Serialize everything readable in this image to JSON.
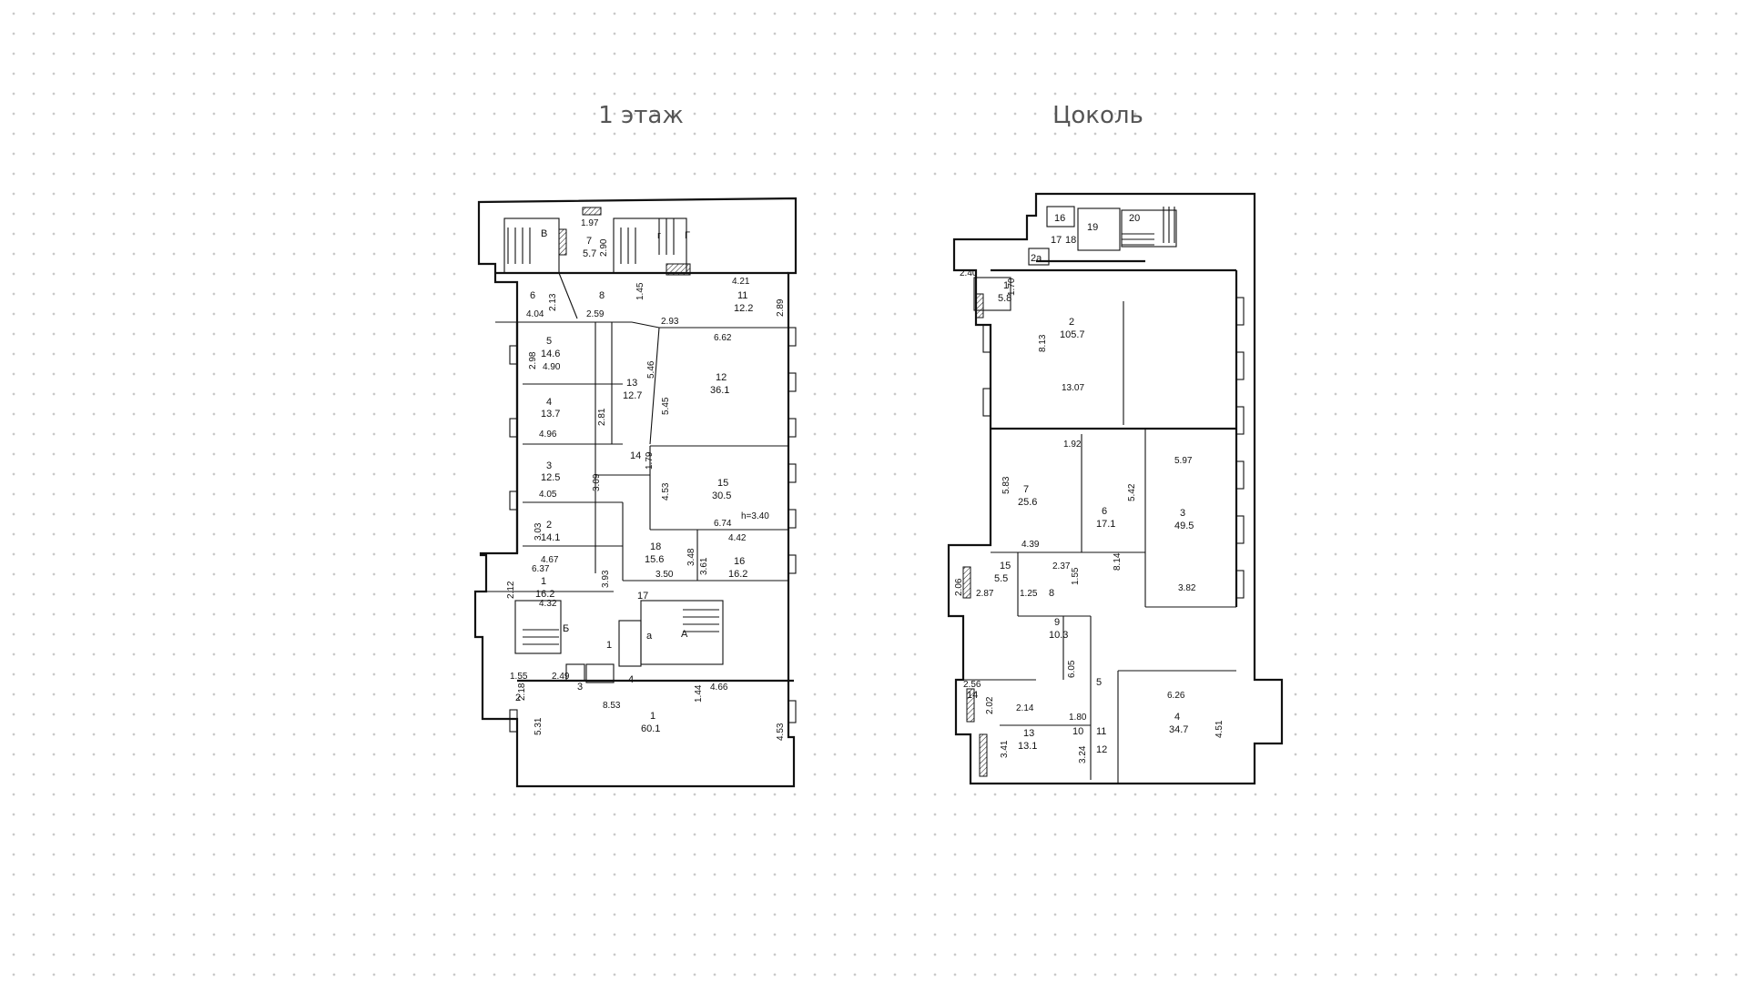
{
  "titles": {
    "floor1": "1 этаж",
    "basement": "Цоколь"
  },
  "floor1": {
    "rooms": [
      {
        "id": "1",
        "area": "60.1"
      },
      {
        "id": "1",
        "area": "16.2"
      },
      {
        "id": "2",
        "area": "14.1"
      },
      {
        "id": "3",
        "area": "12.5"
      },
      {
        "id": "4",
        "area": "13.7"
      },
      {
        "id": "5",
        "area": "14.6"
      },
      {
        "id": "7",
        "area": "5.7"
      },
      {
        "id": "11",
        "area": "12.2"
      },
      {
        "id": "12",
        "area": "36.1"
      },
      {
        "id": "13",
        "area": "12.7"
      },
      {
        "id": "15",
        "area": "30.5"
      },
      {
        "id": "16",
        "area": "16.2"
      },
      {
        "id": "18",
        "area": "15.6"
      }
    ],
    "labels": [
      "В",
      "Г",
      "г",
      "6",
      "8",
      "14",
      "17",
      "Б",
      "А",
      "а",
      "1",
      "2",
      "3",
      "4"
    ],
    "dimensions": [
      "1.97",
      "2.90",
      "2.13",
      "4.04",
      "2.59",
      "1.45",
      "2.93",
      "4.21",
      "2.89",
      "6.62",
      "2.98",
      "4.90",
      "5.46",
      "5.45",
      "2.81",
      "4.96",
      "1.79",
      "3.09",
      "4.05",
      "4.53",
      "6.74",
      "3.03",
      "4.67",
      "4.42",
      "3.48",
      "3.61",
      "6.37",
      "3.93",
      "3.50",
      "2.12",
      "4.32",
      "1.55",
      "2.18",
      "2.49",
      "8.53",
      "1.44",
      "4.66",
      "5.31",
      "4.53"
    ],
    "height_note": "h=3.40"
  },
  "basement": {
    "rooms": [
      {
        "id": "1",
        "area": "5.8"
      },
      {
        "id": "2",
        "area": "105.7"
      },
      {
        "id": "3",
        "area": "49.5"
      },
      {
        "id": "4",
        "area": "34.7"
      },
      {
        "id": "6",
        "area": "17.1"
      },
      {
        "id": "7",
        "area": "25.6"
      },
      {
        "id": "9",
        "area": "10.3"
      },
      {
        "id": "13",
        "area": "13.1"
      },
      {
        "id": "15",
        "area": "5.5"
      }
    ],
    "labels": [
      "16",
      "17",
      "18",
      "19",
      "20",
      "2а",
      "8",
      "14",
      "10",
      "5",
      "11",
      "12"
    ],
    "dimensions": [
      "2.40",
      "1.70",
      "8.13",
      "13.07",
      "1.92",
      "5.97",
      "5.83",
      "5.42",
      "4.39",
      "8.14",
      "3.82",
      "2.06",
      "2.87",
      "2.37",
      "1.55",
      "1.25",
      "6.05",
      "2.56",
      "2.02",
      "2.14",
      "1.80",
      "6.26",
      "3.41",
      "3.24",
      "4.51"
    ]
  }
}
